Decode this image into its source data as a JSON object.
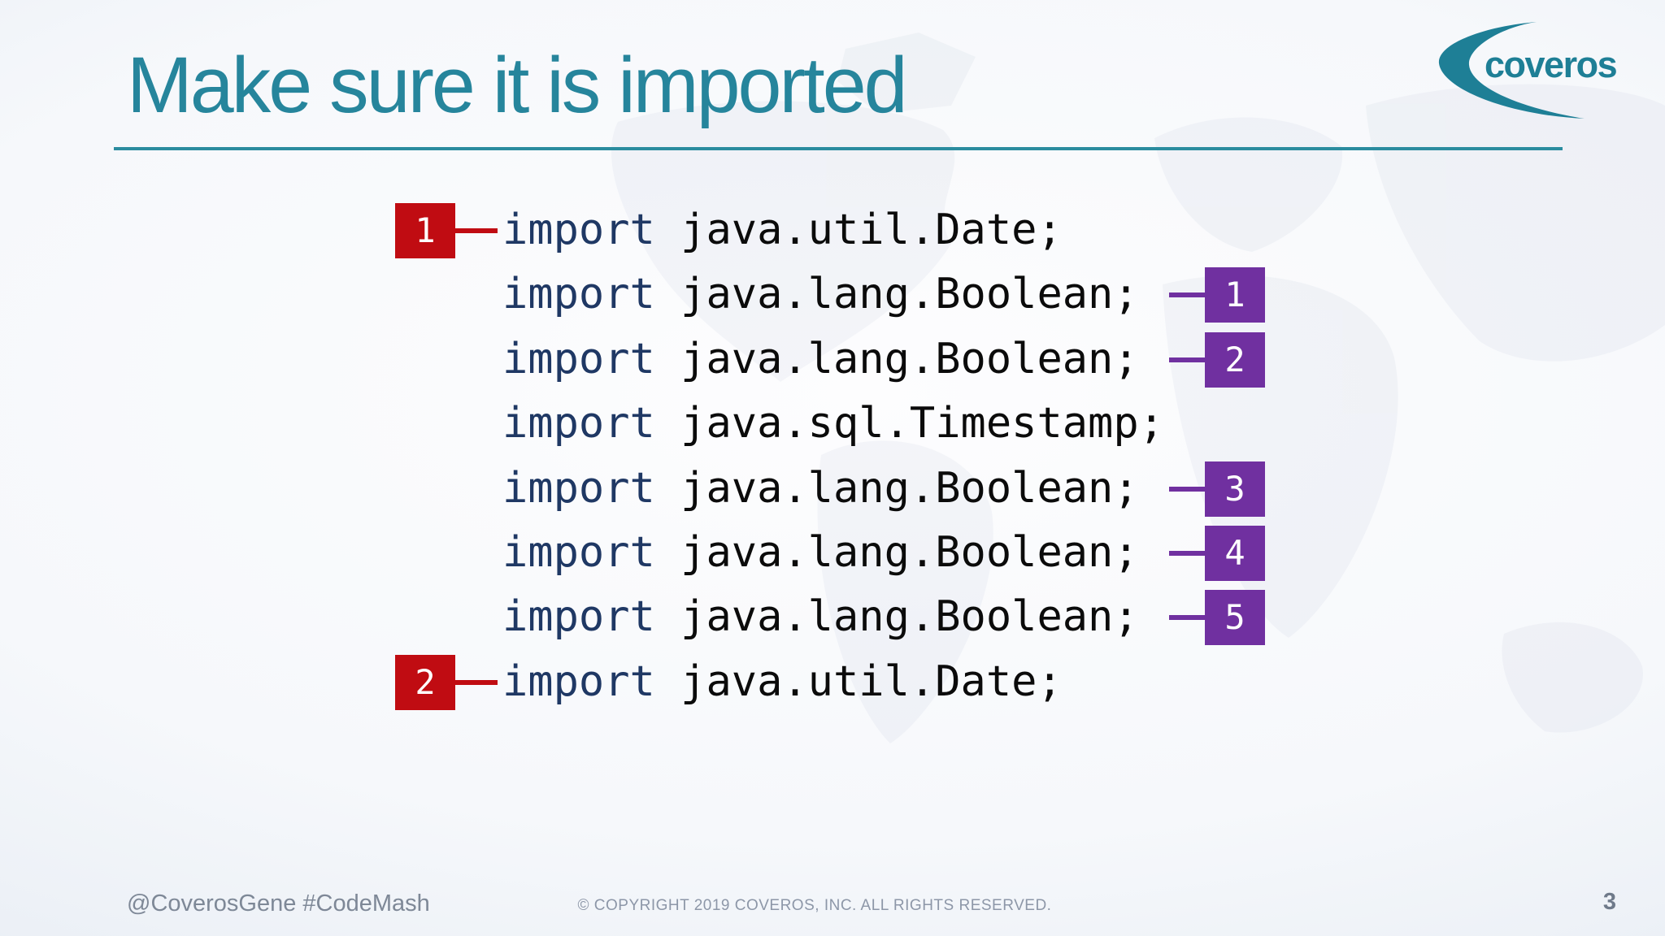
{
  "slide": {
    "title": "Make sure it is imported",
    "page_number": "3",
    "footer": {
      "handle": "@CoverosGene #CodeMash",
      "copyright": "© COPYRIGHT 2019 COVEROS, INC. ALL RIGHTS RESERVED."
    },
    "logo": {
      "wordmark": "coveros",
      "crescent_icon": "teal-crescent-swoosh"
    },
    "colors": {
      "accent_teal": "#26859C",
      "logo_teal": "#1E7F96",
      "badge_red": "#C00C12",
      "badge_purple": "#7030A0",
      "keyword_navy": "#1F3864",
      "footer_gray": "#8d97a8"
    }
  },
  "code": {
    "lines": [
      {
        "keyword": "import",
        "rest": " java.util.Date;",
        "left_badge": "1",
        "right_badge": ""
      },
      {
        "keyword": "import",
        "rest": " java.lang.Boolean;",
        "left_badge": "",
        "right_badge": "1"
      },
      {
        "keyword": "import",
        "rest": " java.lang.Boolean;",
        "left_badge": "",
        "right_badge": "2"
      },
      {
        "keyword": "import",
        "rest": " java.sql.Timestamp;",
        "left_badge": "",
        "right_badge": ""
      },
      {
        "keyword": "import",
        "rest": " java.lang.Boolean;",
        "left_badge": "",
        "right_badge": "3"
      },
      {
        "keyword": "import",
        "rest": " java.lang.Boolean;",
        "left_badge": "",
        "right_badge": "4"
      },
      {
        "keyword": "import",
        "rest": " java.lang.Boolean;",
        "left_badge": "",
        "right_badge": "5"
      },
      {
        "keyword": "import",
        "rest": " java.util.Date;",
        "left_badge": "2",
        "right_badge": ""
      }
    ]
  }
}
